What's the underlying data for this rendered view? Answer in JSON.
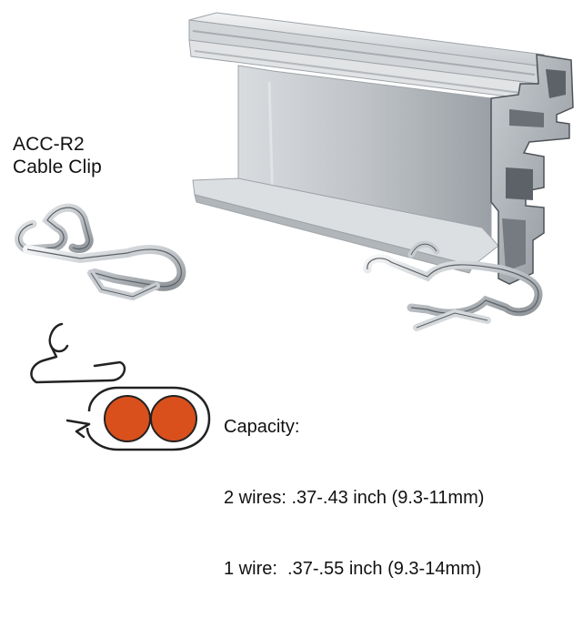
{
  "product": {
    "model": "ACC-R2",
    "name": "Cable Clip"
  },
  "capacity": {
    "heading": "Capacity:",
    "lines": [
      "2 wires: .37-.43 inch (9.3-11mm)",
      "1 wire:  .37-.55 inch (9.3-14mm)"
    ]
  },
  "colors": {
    "rail_light": "#e4e6e8",
    "rail_mid": "#b9bdc1",
    "rail_dark": "#7e848a",
    "clip_metal": "#cfd2d5",
    "wire_fill": "#d9501c",
    "outline": "#222222"
  }
}
